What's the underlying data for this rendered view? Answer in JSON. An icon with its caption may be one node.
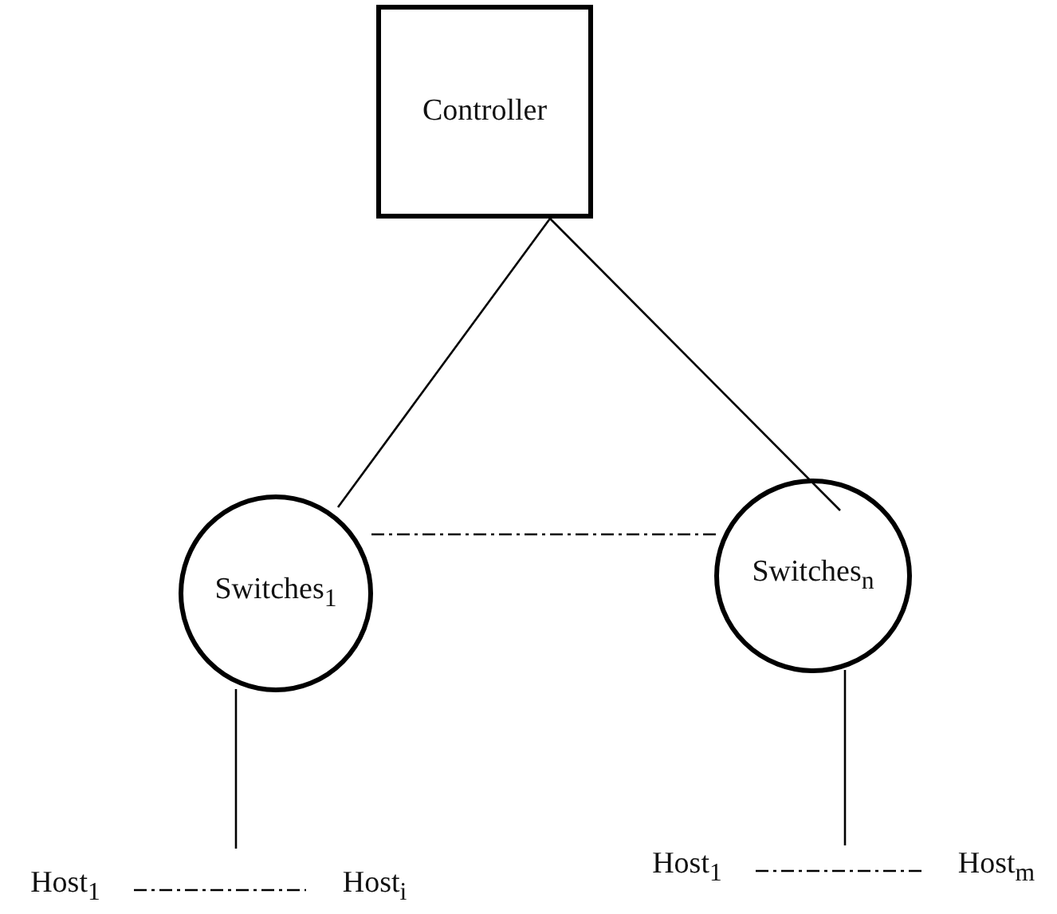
{
  "diagram": {
    "nodes": [
      {
        "text": [
          "Controller"
        ]
      },
      {
        "text": [
          "Switches$_{1}$"
        ]
      },
      {
        "text": [
          "Switches$_{n}$"
        ]
      },
      {
        "text": [
          "Host$_{1}$"
        ]
      },
      {
        "text": [
          "Host$_{i}$"
        ]
      },
      {
        "text": [
          "Host$_{1}$"
        ]
      },
      {
        "text": [
          "Host$_{m}$"
        ]
      }
    ],
    "edges": [
      {
        "from": 0,
        "to": 1,
        "arrow": "none"
      },
      {
        "from": 0,
        "to": 2,
        "arrow": "none"
      },
      {
        "from": 1,
        "to": 2,
        "arrow": "none",
        "style": "dashed"
      },
      {
        "from": 1,
        "to": null,
        "arrow": "none"
      },
      {
        "from": 2,
        "to": null,
        "arrow": "none"
      },
      {
        "from": 3,
        "to": 4,
        "arrow": "none",
        "style": "dashed"
      },
      {
        "from": 5,
        "to": 6,
        "arrow": "none",
        "style": "dashed"
      }
    ]
  }
}
